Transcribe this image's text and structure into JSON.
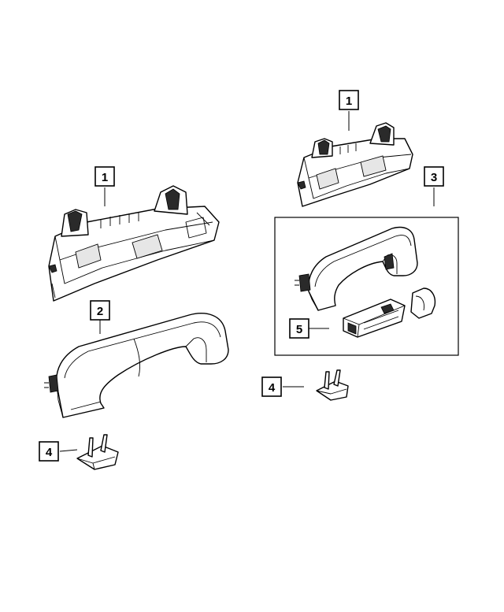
{
  "colors": {
    "line": "#000000",
    "background": "#ffffff",
    "shade": "#2a2a2a"
  },
  "callouts": {
    "bracket_left": "1",
    "handle_left": "2",
    "clip_left": "4",
    "bracket_right": "1",
    "assembly_kit": "3",
    "clip_right": "4",
    "insert_kit": "5"
  }
}
